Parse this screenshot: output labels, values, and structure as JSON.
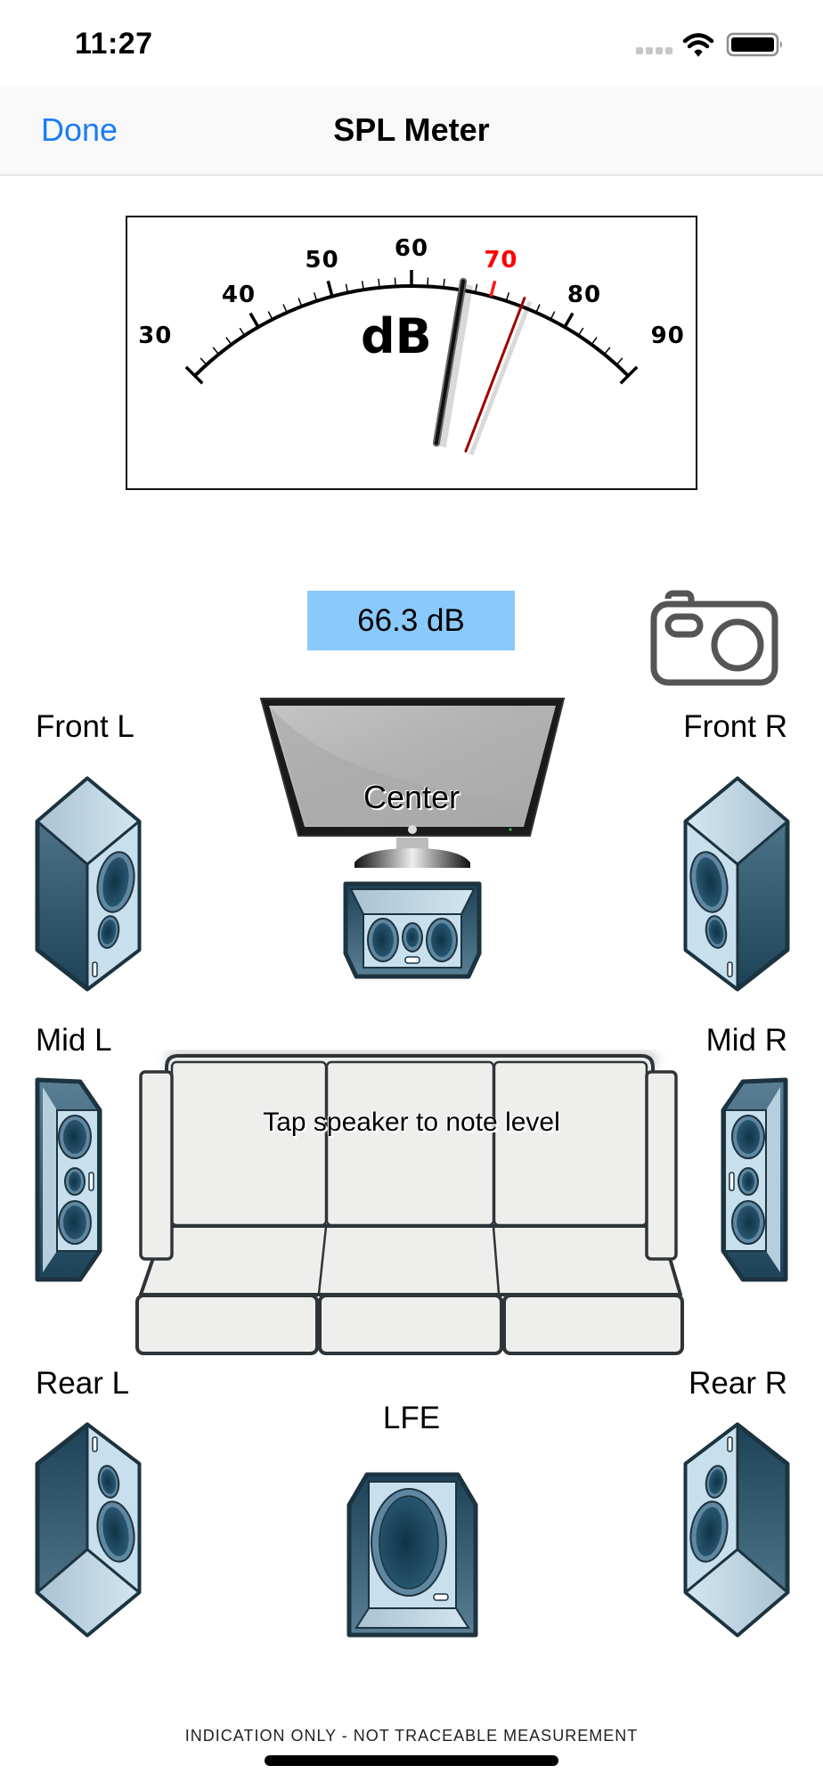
{
  "status_bar": {
    "time": "11:27",
    "icons": [
      "signal-dots-icon",
      "wifi-icon",
      "battery-icon"
    ]
  },
  "nav": {
    "done_label": "Done",
    "title": "SPL Meter"
  },
  "meter": {
    "unit_label": "dB",
    "scale_min": 30,
    "scale_max": 90,
    "major_ticks": [
      {
        "label": "30",
        "value": 30,
        "color": "#000000"
      },
      {
        "label": "40",
        "value": 40,
        "color": "#000000"
      },
      {
        "label": "50",
        "value": 50,
        "color": "#000000"
      },
      {
        "label": "60",
        "value": 60,
        "color": "#000000"
      },
      {
        "label": "70",
        "value": 70,
        "color": "#ff0000"
      },
      {
        "label": "80",
        "value": 80,
        "color": "#000000"
      },
      {
        "label": "90",
        "value": 90,
        "color": "#000000"
      }
    ],
    "needle_value": 66.3,
    "max_hold_value": 74,
    "needle_color": "#111111",
    "max_hold_color": "#a00000"
  },
  "readout": {
    "value_text": "66.3 dB",
    "background": "#8ac9fb"
  },
  "camera": {
    "icon": "camera-icon"
  },
  "speakers": {
    "front_l": "Front L",
    "front_r": "Front R",
    "center": "Center",
    "mid_l": "Mid L",
    "mid_r": "Mid R",
    "rear_l": "Rear L",
    "rear_r": "Rear R",
    "lfe": "LFE"
  },
  "instructions": "Tap speaker to note level",
  "disclaimer": "INDICATION ONLY - NOT TRACEABLE MEASUREMENT",
  "colors": {
    "accent": "#1a7cf5",
    "speaker_dark": "#1e3a4a",
    "speaker_light": "#c8e0ee"
  }
}
